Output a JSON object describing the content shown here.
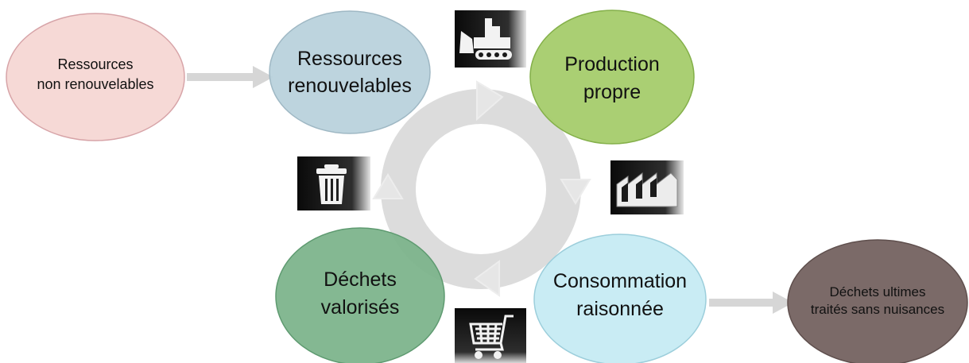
{
  "nodes": {
    "ressources_non_renouvelables": {
      "line1": "Ressources",
      "line2": "non renouvelables",
      "color": "#f6d9d6"
    },
    "ressources_renouvelables": {
      "line1": "Ressources",
      "line2": "renouvelables",
      "color": "#b8d1dc"
    },
    "production_propre": {
      "line1": "Production",
      "line2": "propre",
      "color": "#a5cc6b"
    },
    "consommation_raisonnee": {
      "line1": "Consommation",
      "line2": "raisonnée",
      "color": "#c5ebf3"
    },
    "dechets_valorises": {
      "line1": "Déchets",
      "line2": "valorisés",
      "color": "#7bb38a"
    },
    "dechets_ultimes": {
      "line1": "Déchets ultimes",
      "line2": "traités sans nuisances",
      "color": "#7b6a68"
    }
  },
  "icons": [
    "bulldozer-icon",
    "factory-icon",
    "shopping-cart-icon",
    "trash-can-icon"
  ],
  "cycle_color": "#dcdcdc",
  "arrow_color": "#d6d6d6"
}
